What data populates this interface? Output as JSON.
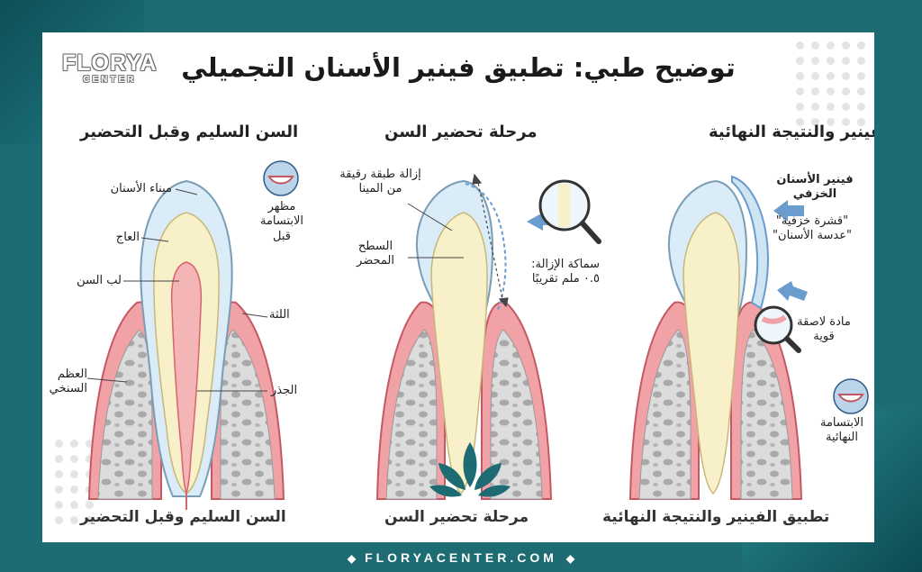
{
  "header": {
    "title": "توضيح طبي: تطبيق فينير الأسنان التجميلي",
    "logo_main": "FLORYA",
    "logo_sub": "CENTER"
  },
  "panels": {
    "right": {
      "title": "تطبيق الفينير والنتيجة النهائية",
      "caption": "تطبيق الفينير والنتيجة النهائية",
      "labels": {
        "veneer_line1": "فينير الأسنان",
        "veneer_line2": "الخزفي",
        "alias1": "\"قشرة خزفية\"",
        "alias2": "\"عدسة الأسنان\"",
        "adhesive_line1": "مادة لاصقة",
        "adhesive_line2": "قوية",
        "smile_line1": "الابتسامة",
        "smile_line2": "النهائية"
      }
    },
    "middle": {
      "title": "مرحلة تحضير السن",
      "caption": "مرحلة تحضير السن",
      "labels": {
        "removal_line1": "إزالة طبقة رقيقة",
        "removal_line2": "من المينا",
        "prepared_line1": "السطح",
        "prepared_line2": "المحضر",
        "thickness_line1": "سماكة الإزالة:",
        "thickness_line2": "٠.٥ ملم تقريبًا"
      }
    },
    "left": {
      "title": "السن السليم وقبل التحضير",
      "caption": "السن السليم وقبل التحضير",
      "labels": {
        "enamel": "ميناء الأسنان",
        "dentin": "العاج",
        "pulp": "لب السن",
        "gum": "اللثة",
        "bone_line1": "العظم",
        "bone_line2": "السنخي",
        "root": "الجذر",
        "smile_before_line1": "مظهر",
        "smile_before_line2": "الابتسامة",
        "smile_before_line3": "قبل"
      }
    }
  },
  "footer": {
    "url": "FLORYACENTER.COM",
    "left_mark": "◆",
    "right_mark": "◆"
  },
  "colors": {
    "frame": "#1d6b73",
    "gum": "#f1a2a6",
    "gum_dark": "#d8636e",
    "bone": "#dcdcdc",
    "enamel": "#d9ecf7",
    "dentin": "#f8f0c8",
    "pulp": "#f3b5b6",
    "accent_arrow": "#6a9ccd"
  }
}
